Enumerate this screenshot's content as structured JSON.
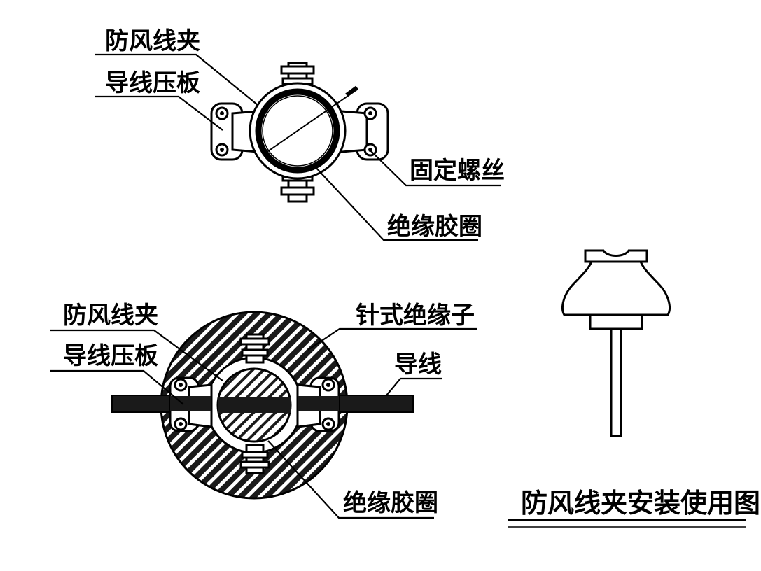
{
  "top_view": {
    "label_clamp": "防风线夹",
    "label_pressure_plate": "导线压板",
    "label_fixing_screw": "固定螺丝",
    "label_rubber_ring": "绝缘胶圈"
  },
  "bottom_view": {
    "label_clamp": "防风线夹",
    "label_pressure_plate": "导线压板",
    "label_pin_insulator": "针式绝缘子",
    "label_conductor": "导线",
    "label_rubber_ring": "绝缘胶圈"
  },
  "caption": {
    "title": "防风线夹安装使用图"
  }
}
